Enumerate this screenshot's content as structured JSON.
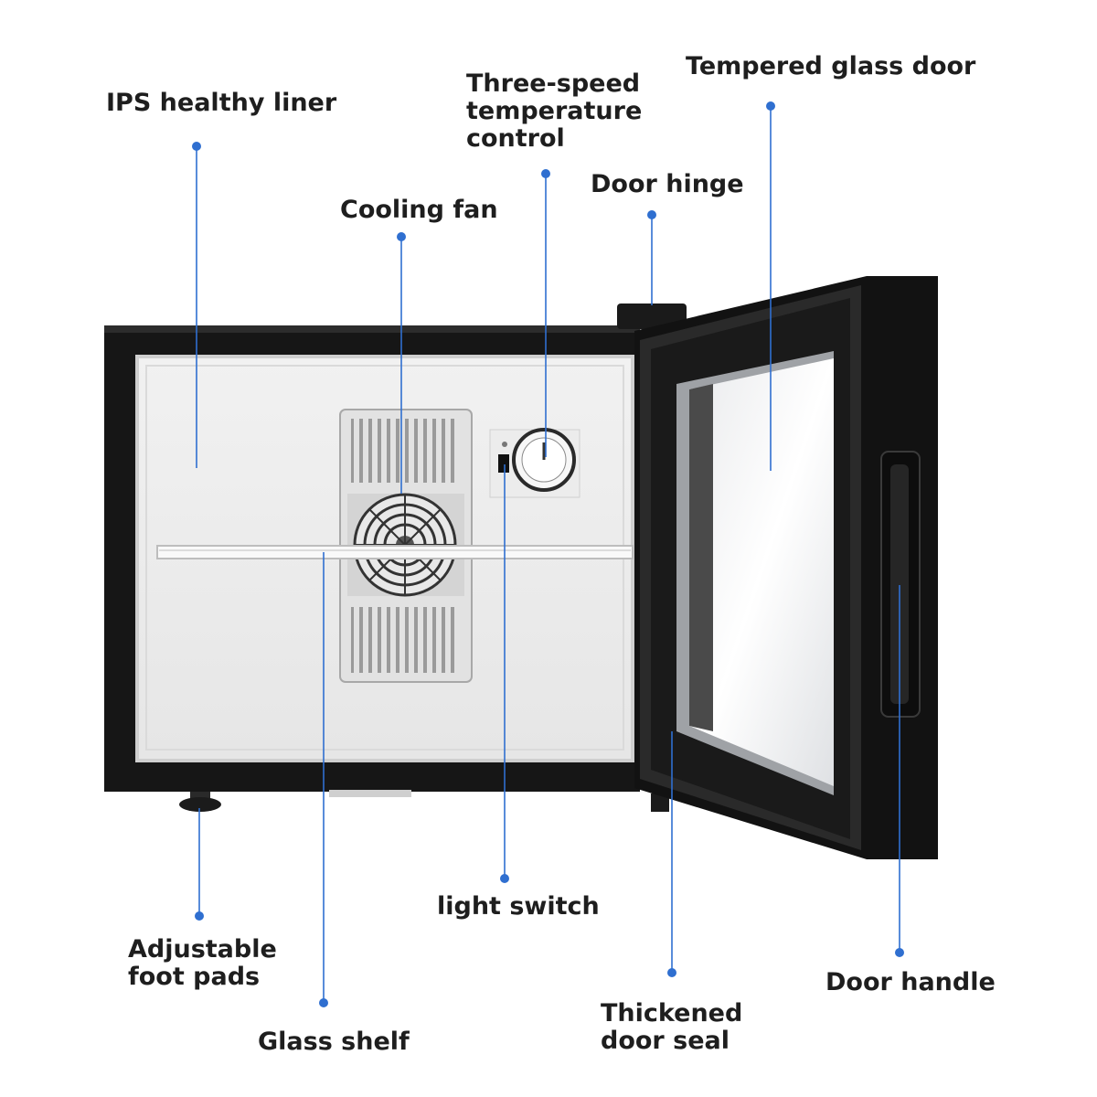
{
  "colors": {
    "callout_line": "#2f6fd0",
    "callout_dot": "#2f6fd0",
    "fridge_frame": "#111111",
    "liner": "#f3f3f3",
    "label_text": "#1e1e1e"
  },
  "labels": {
    "ips_liner": [
      "IPS healthy liner"
    ],
    "temp_control": [
      "Three-speed",
      "temperature",
      "control"
    ],
    "glass_door": [
      "Tempered glass door"
    ],
    "cooling_fan": [
      "Cooling fan"
    ],
    "door_hinge": [
      "Door hinge"
    ],
    "foot_pads": [
      "Adjustable",
      "foot pads"
    ],
    "glass_shelf": [
      "Glass shelf"
    ],
    "light_switch": [
      "light switch"
    ],
    "door_seal": [
      "Thickened",
      "door seal"
    ],
    "door_handle": [
      "Door handle"
    ]
  }
}
